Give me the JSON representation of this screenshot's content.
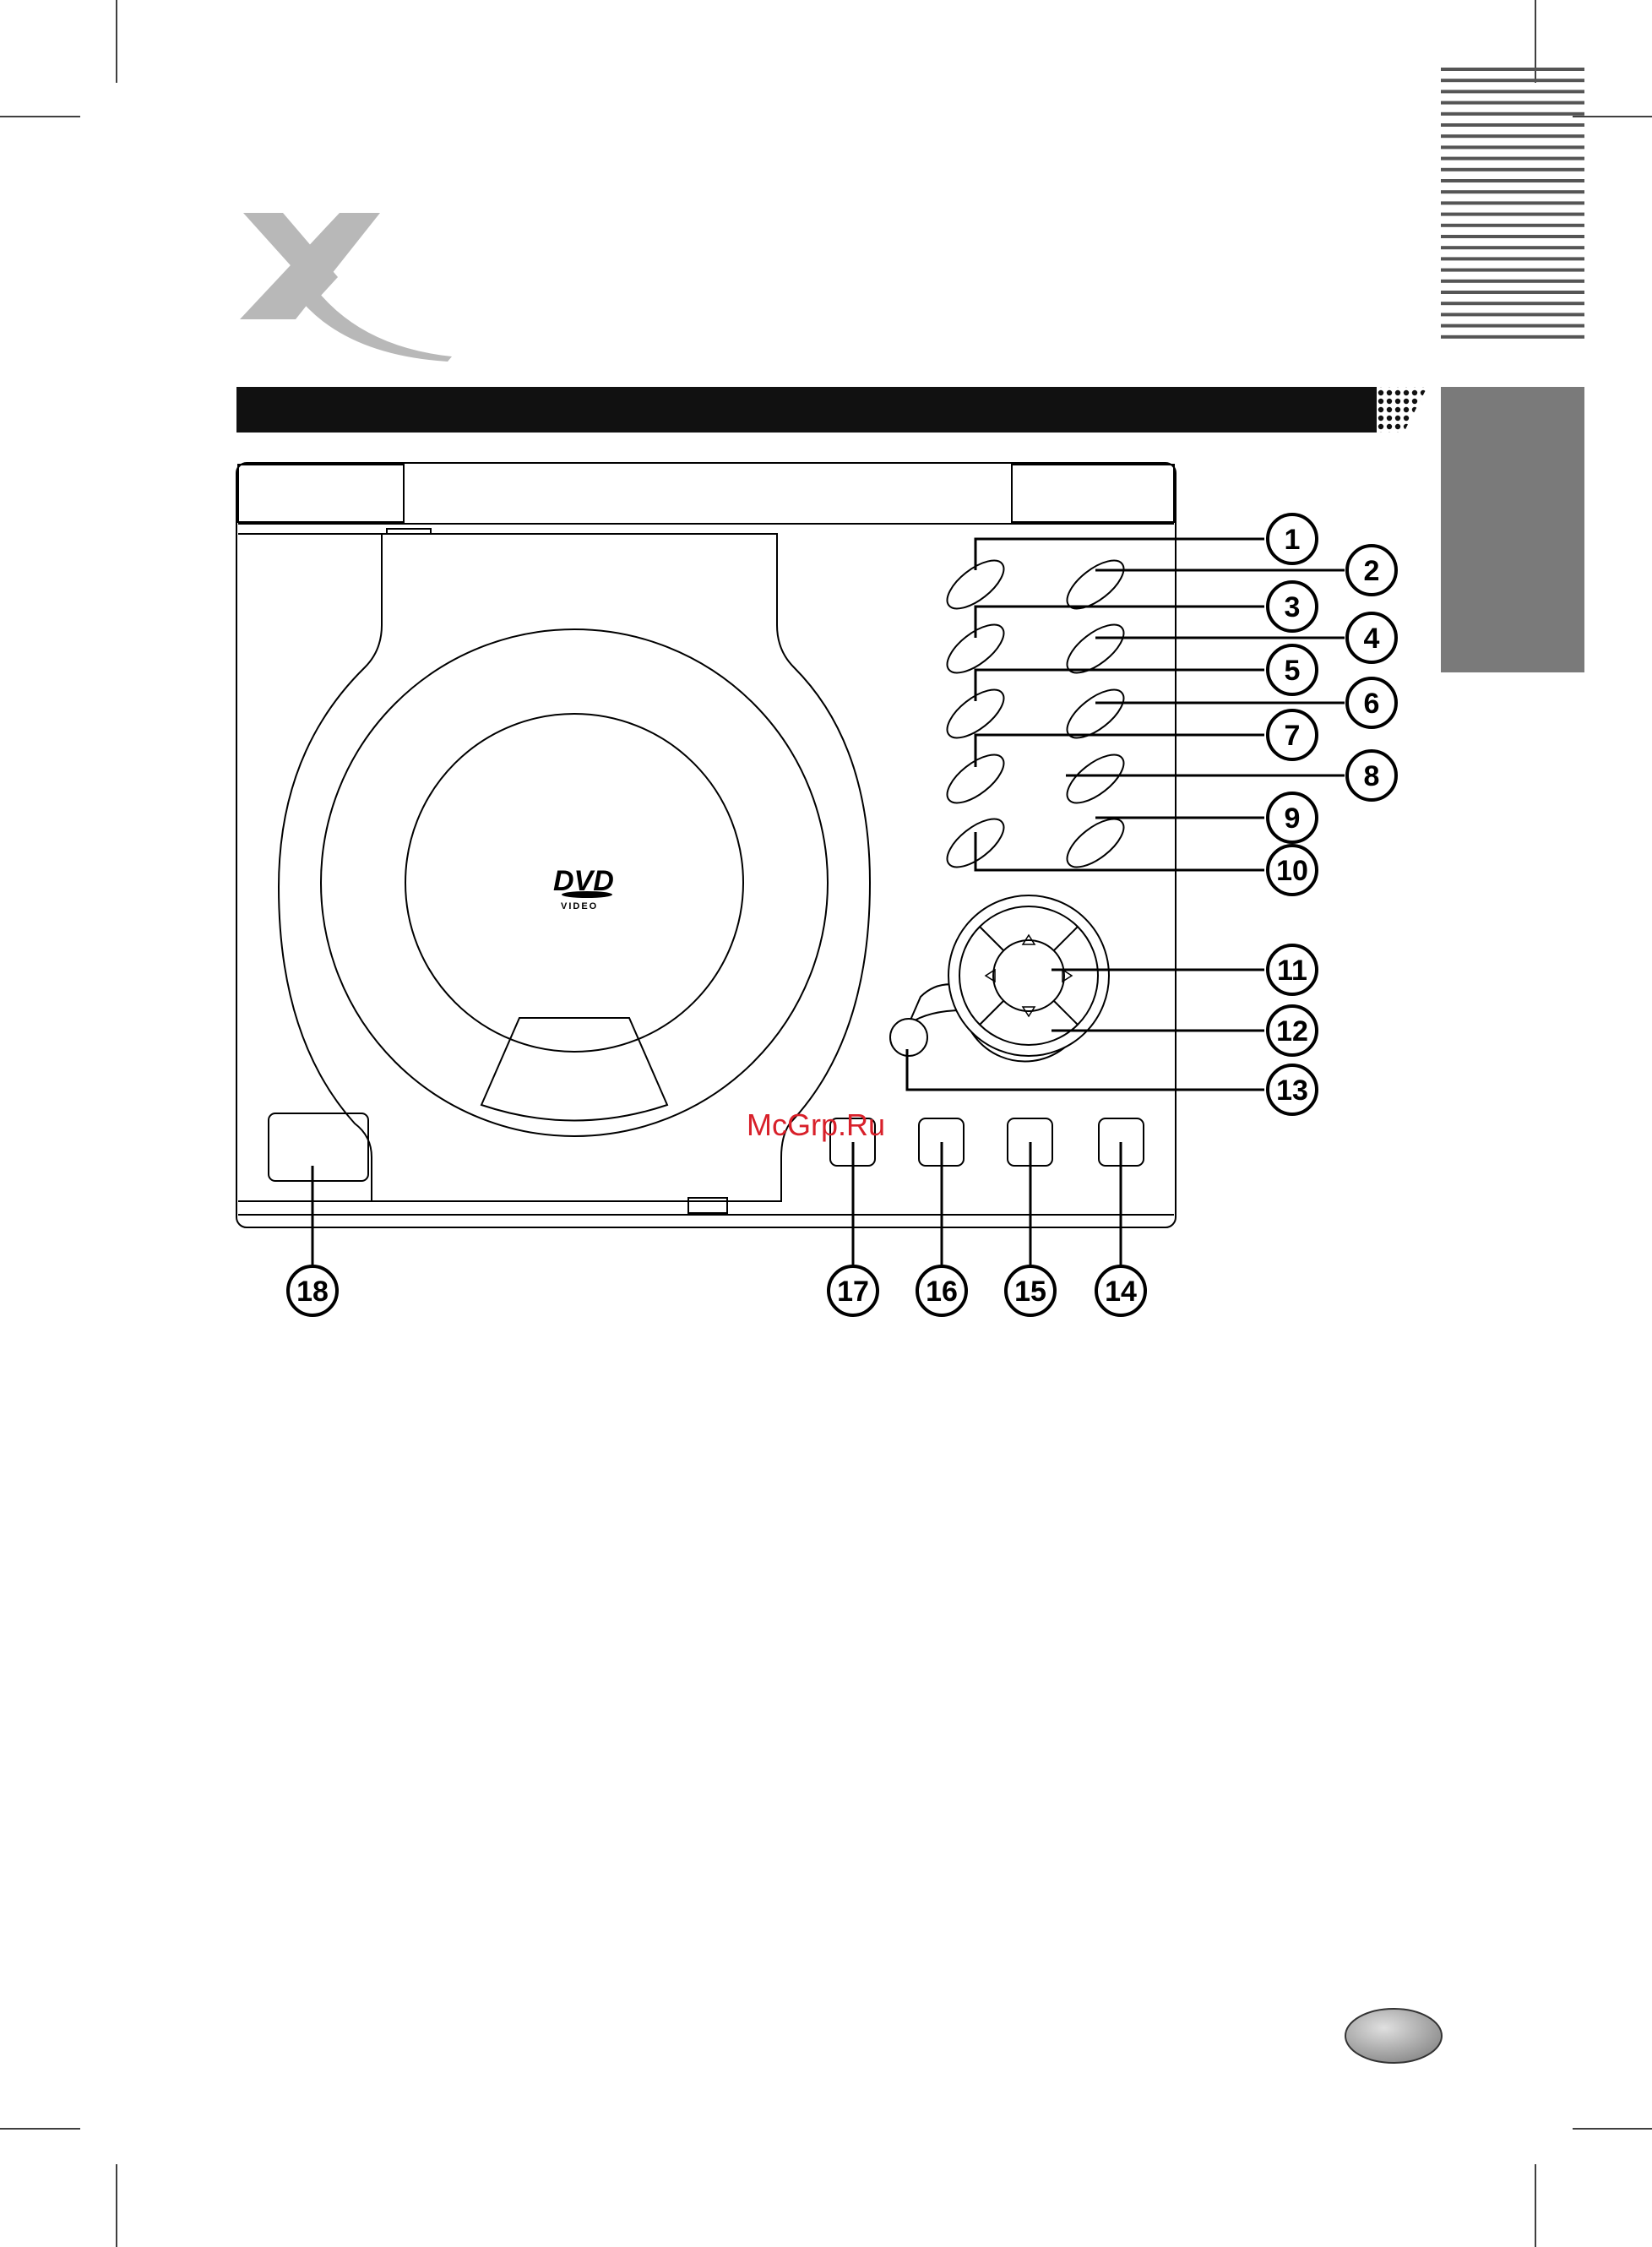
{
  "brand": {
    "logo_glyph": "X"
  },
  "watermark": "McGrp.Ru",
  "disc_logo": {
    "main": "DVD",
    "sub": "VIDEO"
  },
  "callouts": [
    "1",
    "2",
    "3",
    "4",
    "5",
    "6",
    "7",
    "8",
    "9",
    "10",
    "11",
    "12",
    "13",
    "14",
    "15",
    "16",
    "17",
    "18"
  ],
  "colors": {
    "title_bar": "#111111",
    "side_tab": "#7a7a7a",
    "logo_grey": "#b8b8b8",
    "watermark": "#d8202a",
    "page_oval": "#9a9a9a"
  }
}
